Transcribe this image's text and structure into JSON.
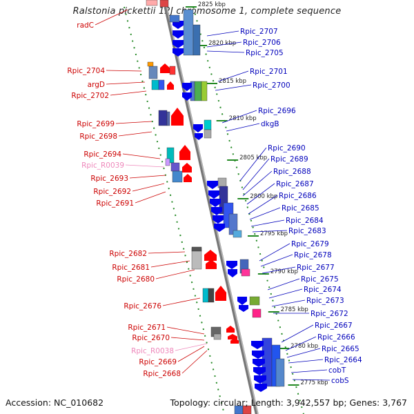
{
  "title": "Ralstonia pickettii 12J chromosome 1, complete sequence",
  "accession": "Accession: NC_010682",
  "summary": "Topology: circular; Length: 3,942,557 bp; Genes: 3,767",
  "colors": {
    "left_strand_label": "#cc0000",
    "right_strand_label": "#0000bb",
    "rna_label": "#ee88bb",
    "forward_arrow": "#ff0000",
    "reverse_arrow": "#0000ee",
    "backbone": "#888888",
    "tick": "#228822"
  },
  "kbp_marks": [
    "2825 kbp",
    "2820 kbp",
    "2815 kbp",
    "2810 kbp",
    "2805 kbp",
    "2800 kbp",
    "2795 kbp",
    "2790 kbp",
    "2785 kbp",
    "2780 kbp",
    "2775 kbp"
  ],
  "left_labels": [
    "radC",
    "Rpic_2704",
    "argD",
    "Rpic_2702",
    "Rpic_2699",
    "Rpic_2698",
    "Rpic_2694",
    "Rpic_R0039",
    "Rpic_2693",
    "Rpic_2692",
    "Rpic_2691",
    "Rpic_2682",
    "Rpic_2681",
    "Rpic_2680",
    "Rpic_2676",
    "Rpic_2671",
    "Rpic_2670",
    "Rpic_R0038",
    "Rpic_2669",
    "Rpic_2668"
  ],
  "right_labels": [
    "Rpic_2707",
    "Rpic_2706",
    "Rpic_2705",
    "Rpic_2701",
    "Rpic_2700",
    "Rpic_2696",
    "dkgB",
    "Rpic_2690",
    "Rpic_2689",
    "Rpic_2688",
    "Rpic_2687",
    "Rpic_2686",
    "Rpic_2685",
    "Rpic_2684",
    "Rpic_2683",
    "Rpic_2679",
    "Rpic_2678",
    "Rpic_2677",
    "Rpic_2675",
    "Rpic_2674",
    "Rpic_2673",
    "Rpic_2672",
    "Rpic_2667",
    "Rpic_2666",
    "Rpic_2665",
    "Rpic_2664",
    "cobT",
    "cobS"
  ]
}
